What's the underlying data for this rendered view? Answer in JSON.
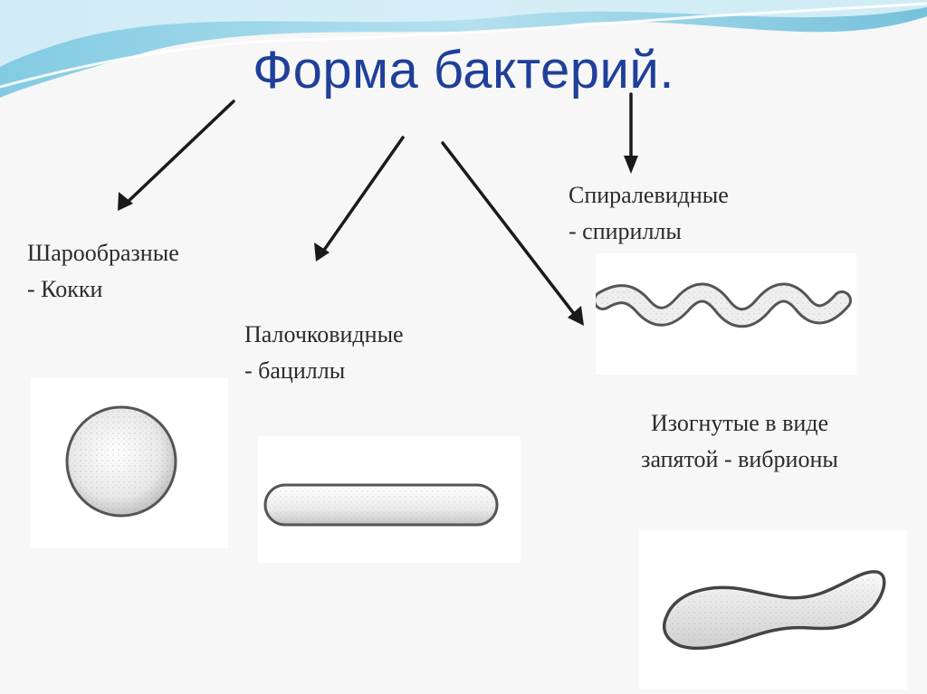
{
  "slide": {
    "title": "Форма бактерий.",
    "types": [
      {
        "key": "cocci",
        "line1": "Шарообразные",
        "line2": "- Кокки"
      },
      {
        "key": "bacilli",
        "line1": "Палочковидные",
        "line2": "- бациллы"
      },
      {
        "key": "spirilla",
        "line1": "Спиралевидные",
        "line2": "- спириллы"
      },
      {
        "key": "vibrio",
        "line1": "Изогнутые в виде",
        "line2": "запятой - вибрионы"
      }
    ]
  },
  "colors": {
    "title": "#1f3f9a",
    "text": "#2b2b2b",
    "wave_top": "#9fd6e8",
    "wave_mid": "#5fb8d6",
    "arrow": "#1a1a1a"
  },
  "icons": {
    "arrow": "arrow-icon",
    "coccus": "sphere-bacterium-icon",
    "bacillus": "rod-bacterium-icon",
    "spirillum": "spiral-bacterium-icon",
    "vibrio": "comma-bacterium-icon"
  }
}
